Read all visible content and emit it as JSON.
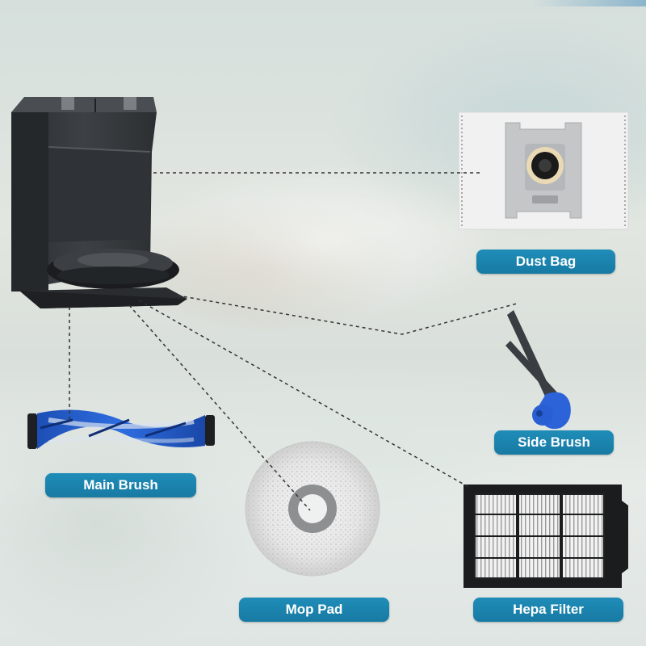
{
  "labels": {
    "dust_bag": "Dust Bag",
    "side_brush": "Side Brush",
    "main_brush": "Main Brush",
    "mop_pad": "Mop Pad",
    "hepa_filter": "Hepa Filter"
  },
  "colors": {
    "label_background": "#1b86b0",
    "label_text": "#ffffff",
    "accent_blue": "#2b6fd1",
    "station_dark": "#33373b"
  },
  "icons": [
    "robot-vacuum-station-image",
    "dust-bag-image",
    "side-brush-image",
    "main-brush-image",
    "mop-pad-image",
    "hepa-filter-image"
  ]
}
